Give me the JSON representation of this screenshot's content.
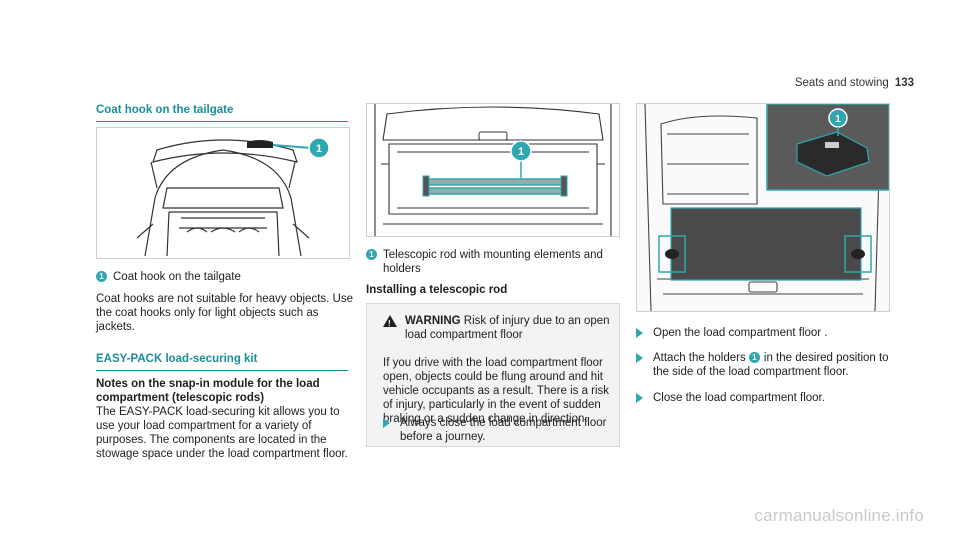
{
  "header": {
    "section": "Seats and stowing",
    "page": "133"
  },
  "col1": {
    "title": "Coat hook on the tailgate",
    "callout": "1",
    "caption": "Coat hook on the tailgate",
    "body": "Coat hooks are not suitable for heavy objects. Use the coat hooks only for light objects such as jackets.",
    "kit_title": "EASY-PACK load-securing kit",
    "notes_title": "Notes on the snap-in module for the load compartment (telescopic rods)",
    "notes_body": "The EASY-PACK load-securing kit allows you to use your load compartment for a variety of purposes. The components are located in the stowage space under the load compartment floor."
  },
  "col2": {
    "callout": "1",
    "caption": "Telescopic rod with mounting elements and holders",
    "install_title": "Installing a telescopic rod",
    "warning_label": "WARNING",
    "warning_head": "Risk of injury due to an open load compartment floor",
    "warning_body": "If you drive with the load compartment floor open, objects could be flung around and hit vehicle occupants as a result. There is a risk of injury, particularly in the event of sudden braking or a sudden change in direction.",
    "warning_step": "Always close the load compartment floor before a journey."
  },
  "col3": {
    "callout": "1",
    "step1": "Open the load compartment floor .",
    "step2_a": "Attach the holders",
    "step2_b": "in the desired position to the side of the load compartment floor.",
    "step3": "Close the load compartment floor."
  },
  "watermark": "carmanualsonline.info",
  "colors": {
    "accent": "#1b8e9a",
    "highlight": "#2ea7b0"
  }
}
